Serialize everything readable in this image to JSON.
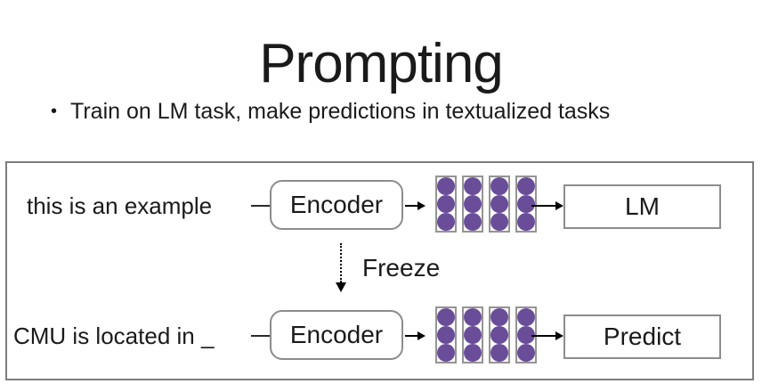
{
  "title": "Prompting",
  "bullet": {
    "glyph": "•",
    "text": "Train on LM task, make predictions in textualized tasks"
  },
  "diagram": {
    "freeze_label": "Freeze",
    "rows": [
      {
        "input": "this is an example",
        "encoder_label": "Encoder",
        "output_label": "LM"
      },
      {
        "input": "CMU is located in _",
        "encoder_label": "Encoder",
        "output_label": "Predict"
      }
    ],
    "embedding": {
      "columns": 4,
      "circles_per_column": 3
    }
  },
  "icons": {
    "flow_arrow": "right-arrow",
    "freeze_arrow": "down-dotted-arrow"
  },
  "colors": {
    "embedding_purple": "#6a4d99",
    "box_border_gray": "#8c8c8c",
    "panel_border_gray": "#7d7d7d",
    "column_border_gray": "#949494",
    "text_black": "#1a1a1a"
  }
}
